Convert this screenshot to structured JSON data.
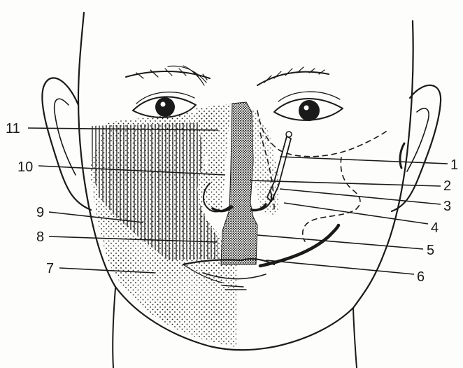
{
  "figure": {
    "labels_left": [
      "11",
      "10",
      "9",
      "8",
      "7"
    ],
    "labels_right": [
      "1",
      "2",
      "3",
      "4",
      "5",
      "6"
    ]
  },
  "colors": {
    "ink": "#1a1a1a",
    "paper": "#fdfdfb"
  }
}
